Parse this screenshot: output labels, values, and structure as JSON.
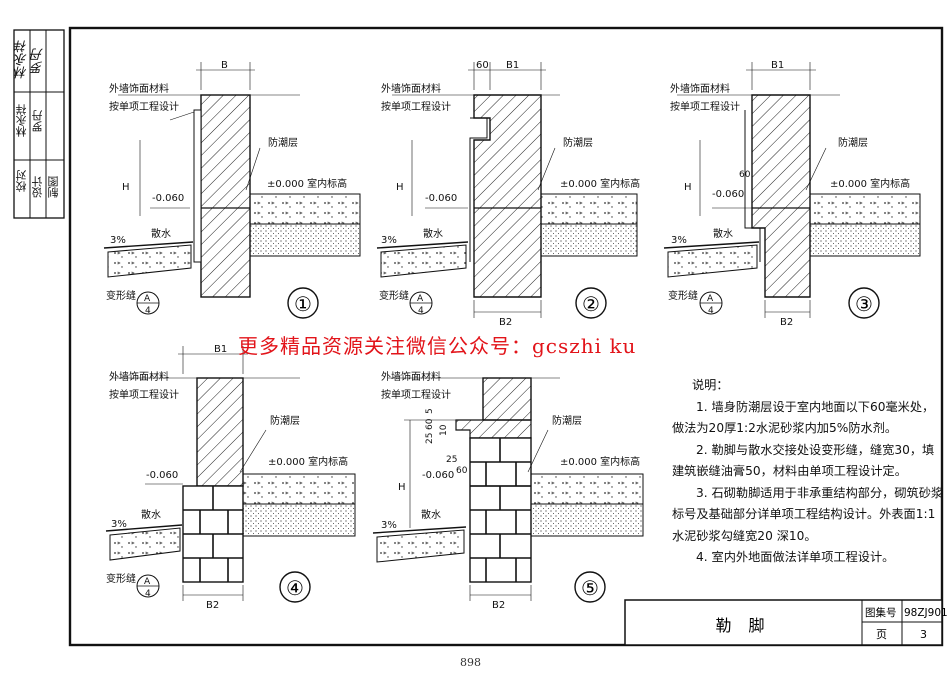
{
  "sidebar": {
    "rows": [
      {
        "role": "校对",
        "name": "林永祥",
        "signature": "林永祥"
      },
      {
        "role": "设计",
        "name": "罗丹",
        "signature": "罗丹"
      },
      {
        "role": "制图",
        "name": "",
        "signature": ""
      }
    ]
  },
  "labels": {
    "finish_l1": "外墙饰面材料",
    "finish_l2": "按单项工程设计",
    "dpc": "防潮层",
    "floor": "±0.000 室内标高",
    "grade": "-0.060",
    "apron": "散水",
    "slope": "3%",
    "joint": "变形缝",
    "h": "H",
    "b": "B",
    "b1": "B1",
    "b2": "B2",
    "dim60": "60",
    "dim_25": "25",
    "dim_60b": "60",
    "dim_5": "5",
    "dim_10": "10",
    "dim_25b": "25",
    "callout_top": "A",
    "callout_bottom": "4"
  },
  "details": [
    {
      "number": "①"
    },
    {
      "number": "②"
    },
    {
      "number": "③"
    },
    {
      "number": "④"
    },
    {
      "number": "⑤"
    }
  ],
  "watermark": "更多精品资源关注微信公众号：gcszhi ku",
  "notes": {
    "title": "说明：",
    "items": [
      "1. 墙身防潮层设于室内地面以下60毫米处，做法为20厚1:2水泥砂浆内加5%防水剂。",
      "2. 勒脚与散水交接处设变形缝，缝宽30，填建筑嵌缝油膏50，材料由单项工程设计定。",
      "3. 石砌勒脚适用于非承重结构部分，砌筑砂浆标号及基础部分详单项工程结构设计。外表面1:1 水泥砂浆勾缝宽20 深10。",
      "4. 室内外地面做法详单项工程设计。"
    ]
  },
  "title_block": {
    "title": "勒 脚",
    "atlas_label": "图集号",
    "atlas_no": "98ZJ901",
    "page_label": "页",
    "page_no": "3"
  },
  "page_number": "898"
}
